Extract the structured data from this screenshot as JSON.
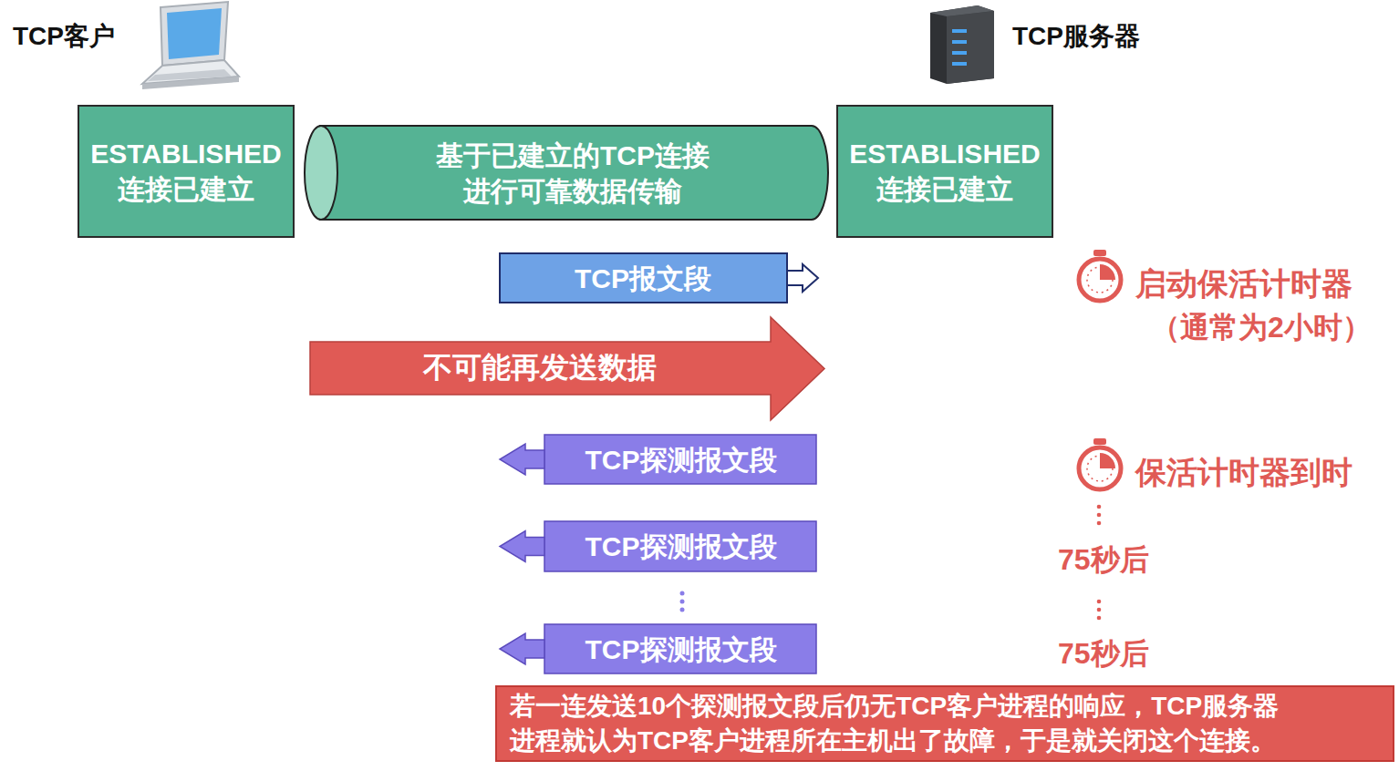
{
  "diagram": {
    "nodes": [
      {
        "text": [
          "ESTABLISHED 连接已建立"
        ]
      },
      {
        "text": [
          "基于已建立的TCP连接 进行可靠数据传输"
        ]
      },
      {
        "text": [
          "ESTABLISHED 连接已建立"
        ]
      },
      {
        "text": [
          "TCP报文段"
        ]
      },
      {
        "text": [
          "不可能再发送数据"
        ]
      },
      {
        "text": [
          "TCP探测报文段"
        ]
      },
      {
        "text": [
          "TCP探测报文段"
        ]
      },
      {
        "text": [
          "TCP探测报文段"
        ]
      },
      {
        "text": [
          "若一连发送10个探测报文段后仍无TCP客户进程的响应，TCP服务器 进程就认为TCP客户进程所在主机出了故障，于是就关闭这个连接。"
        ]
      }
    ],
    "labels": [
      "TCP客户",
      "TCP服务器",
      "启动保活计时器",
      "（通常为2小时）",
      "保活计时器到时",
      "75秒后",
      "75秒后"
    ]
  }
}
